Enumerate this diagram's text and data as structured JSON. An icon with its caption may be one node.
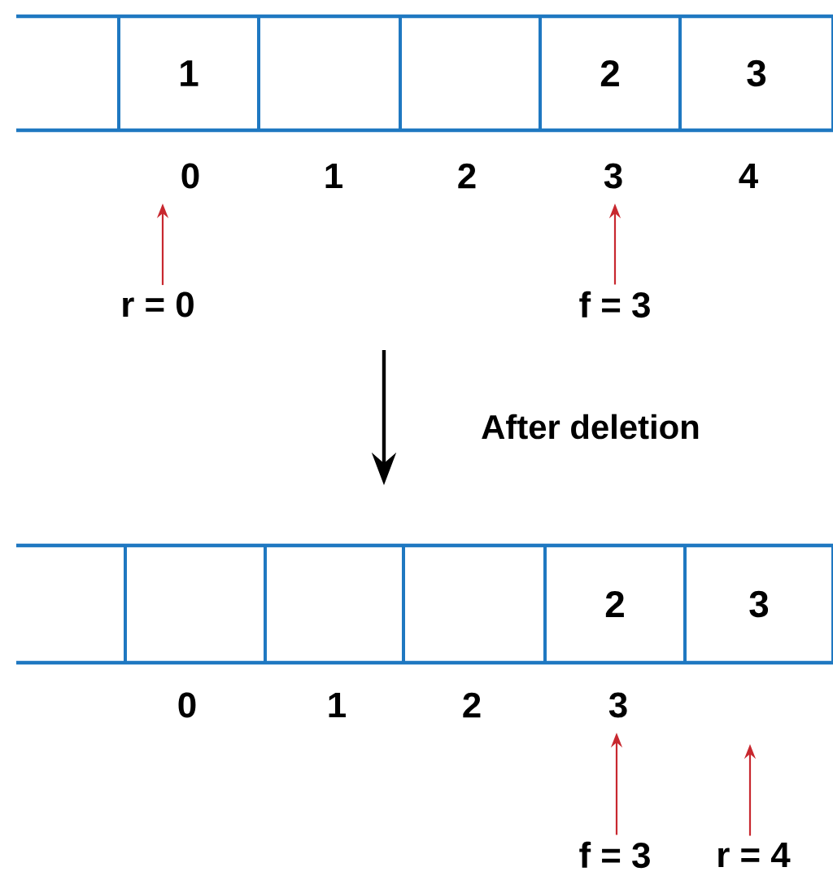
{
  "diagram": {
    "nodes": [
      {
        "text": [],
        "shape": "box"
      },
      {
        "text": [
          "1"
        ],
        "in": 0
      },
      {
        "text": [],
        "shape": "box",
        "in": 0
      },
      {
        "text": [],
        "shape": "box",
        "in": 0
      },
      {
        "text": [
          "2"
        ],
        "in": 0
      },
      {
        "text": [
          "3"
        ],
        "in": 0
      },
      {
        "text": [
          "0"
        ]
      },
      {
        "text": [
          "1"
        ]
      },
      {
        "text": [
          "2"
        ]
      },
      {
        "text": [
          "3"
        ]
      },
      {
        "text": [
          "4"
        ]
      },
      {
        "text": [
          "r = 0"
        ]
      },
      {
        "text": [
          "f = 3"
        ]
      },
      {
        "text": [],
        "shape": "box"
      },
      {
        "text": [],
        "shape": "box",
        "in": 13
      },
      {
        "text": [],
        "shape": "box",
        "in": 13
      },
      {
        "text": [],
        "shape": "box",
        "in": 13
      },
      {
        "text": [
          "2"
        ],
        "in": 13
      },
      {
        "text": [
          "3"
        ],
        "in": 13
      },
      {
        "text": [
          "0"
        ]
      },
      {
        "text": [
          "1"
        ]
      },
      {
        "text": [
          "2"
        ]
      },
      {
        "text": [
          "3"
        ]
      },
      {
        "text": [
          "f = 3"
        ]
      },
      {
        "text": [
          "r = 4"
        ]
      }
    ],
    "edges": [
      {
        "from": 11,
        "to": 6,
        "arrow": "to"
      },
      {
        "from": 12,
        "to": 9,
        "arrow": "to"
      },
      {
        "from": 23,
        "to": 22,
        "arrow": "to"
      },
      {
        "from": 24,
        "to": null,
        "arrow": "to"
      }
    ],
    "labels": [
      "After deletion"
    ]
  }
}
